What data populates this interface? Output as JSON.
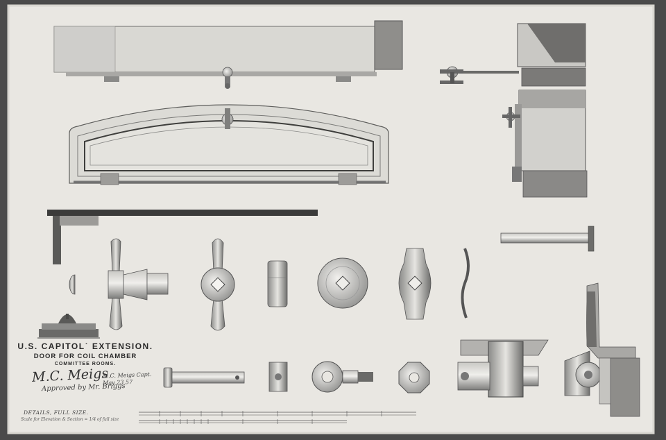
{
  "title_block": {
    "line1": "U.S. CAPITOL˙ EXTENSION.",
    "line2": "DOOR FOR COIL CHAMBER",
    "line3": "COMMITTEE ROOMS."
  },
  "signature_main": "M.C. Meigs",
  "signature_approved": "Approved by Mr. Briggs",
  "signature_side": "M.C. Meigs Capt. May 23 57",
  "scale_title": "DETAILS, FULL SIZE.",
  "scale_note": "Scale for Elevation & Section = 1/4 of full size",
  "capitol_vignette": "capitol-dome-icon",
  "colors": {
    "paper": "#e9e7e2",
    "ink": "#2b2b2b",
    "metal": "#8c8c8c",
    "border": "#4a4a4a"
  }
}
